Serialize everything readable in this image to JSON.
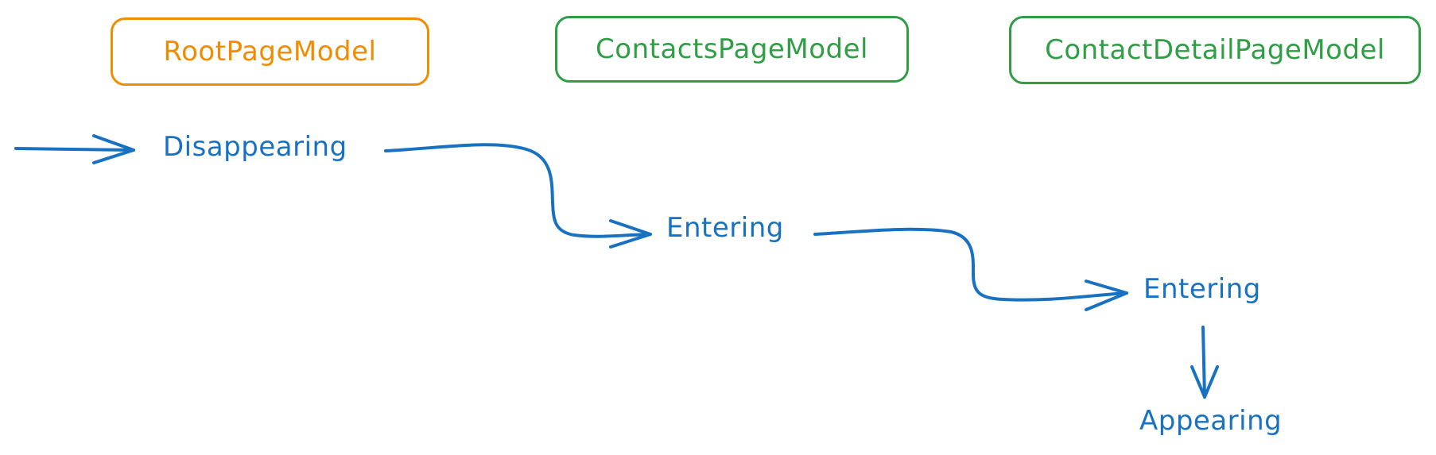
{
  "columns": {
    "root": "RootPageModel",
    "contacts": "ContactsPageModel",
    "detail": "ContactDetailPageModel"
  },
  "states": {
    "root_disappearing": "Disappearing",
    "contacts_entering": "Entering",
    "detail_entering": "Entering",
    "detail_appearing": "Appearing"
  },
  "colors": {
    "root_box": "#f08c00",
    "other_boxes": "#2f9e44",
    "flow": "#1971c2"
  }
}
